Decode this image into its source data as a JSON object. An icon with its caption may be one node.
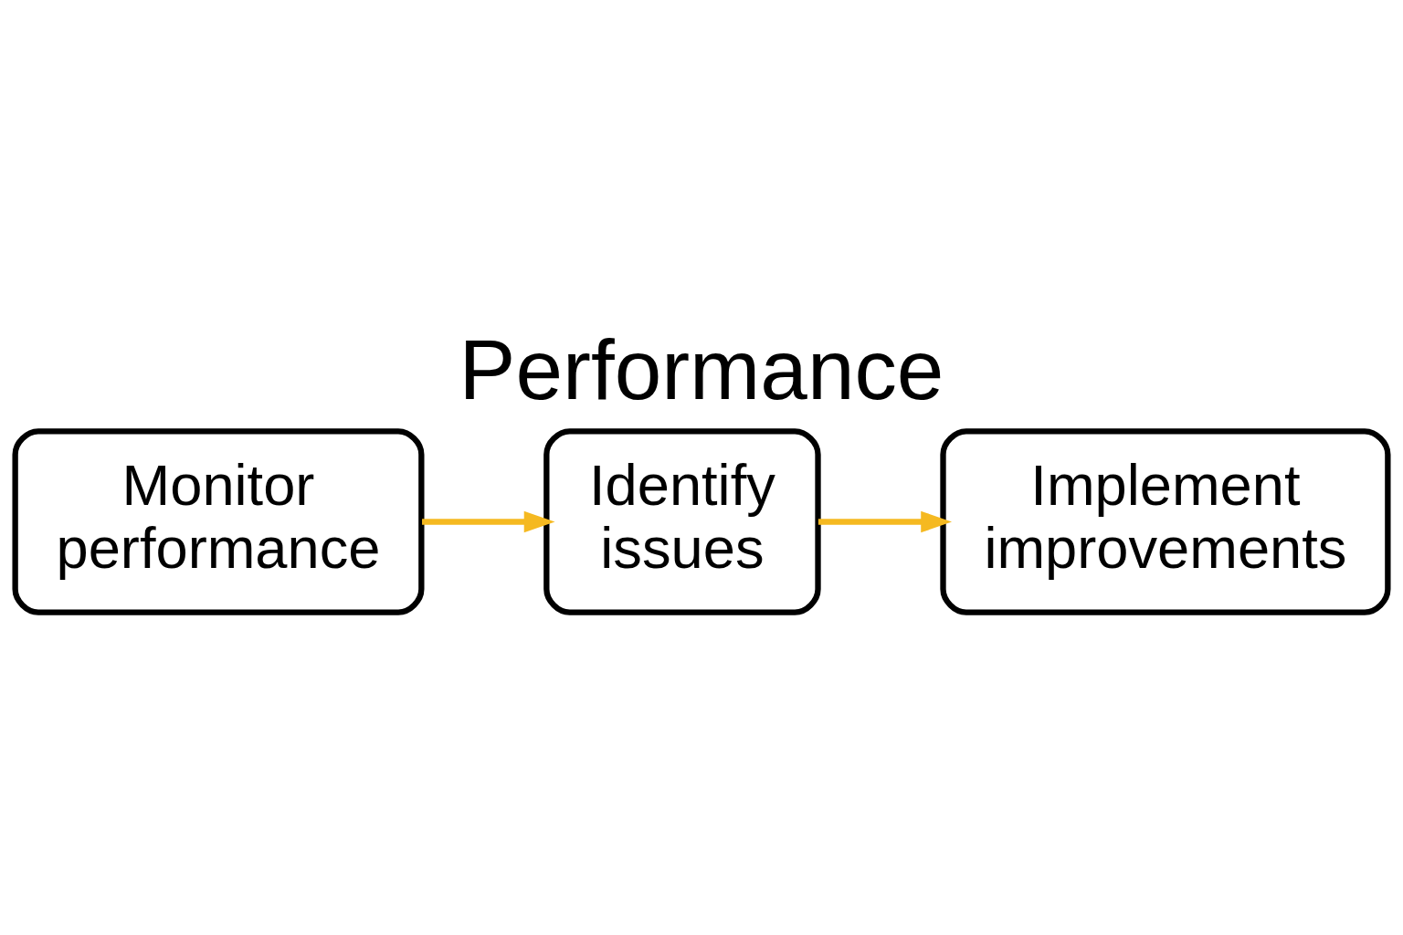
{
  "diagram": {
    "title": "Performance",
    "nodes": [
      {
        "text": [
          "Monitor performance"
        ]
      },
      {
        "text": [
          "Identify issues"
        ]
      },
      {
        "text": [
          "Implement improvements"
        ]
      }
    ],
    "edges": [
      {
        "from": 0,
        "to": 1,
        "arrow": "to",
        "color": "#f5b921"
      },
      {
        "from": 1,
        "to": 2,
        "arrow": "to",
        "color": "#f5b921"
      }
    ]
  }
}
